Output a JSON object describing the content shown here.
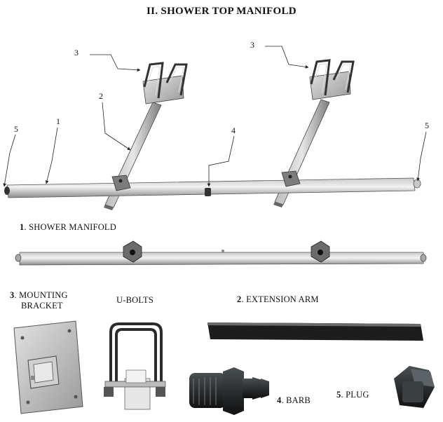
{
  "title": "II. SHOWER TOP MANIFOLD",
  "callouts": {
    "c1": "1",
    "c2": "2",
    "c3a": "3",
    "c3b": "3",
    "c4": "4",
    "c5a": "5",
    "c5b": "5"
  },
  "labels": {
    "manifold_num": "1",
    "manifold": ". SHOWER MANIFOLD",
    "bracket_num": "3",
    "bracket_line1": ". MOUNTING",
    "bracket_line2": "BRACKET",
    "ubolts": "U-BOLTS",
    "arm_num": "2",
    "arm": ". EXTENSION ARM",
    "barb_num": "4",
    "barb": ". BARB",
    "plug_num": "5",
    "plug": ". PLUG"
  }
}
